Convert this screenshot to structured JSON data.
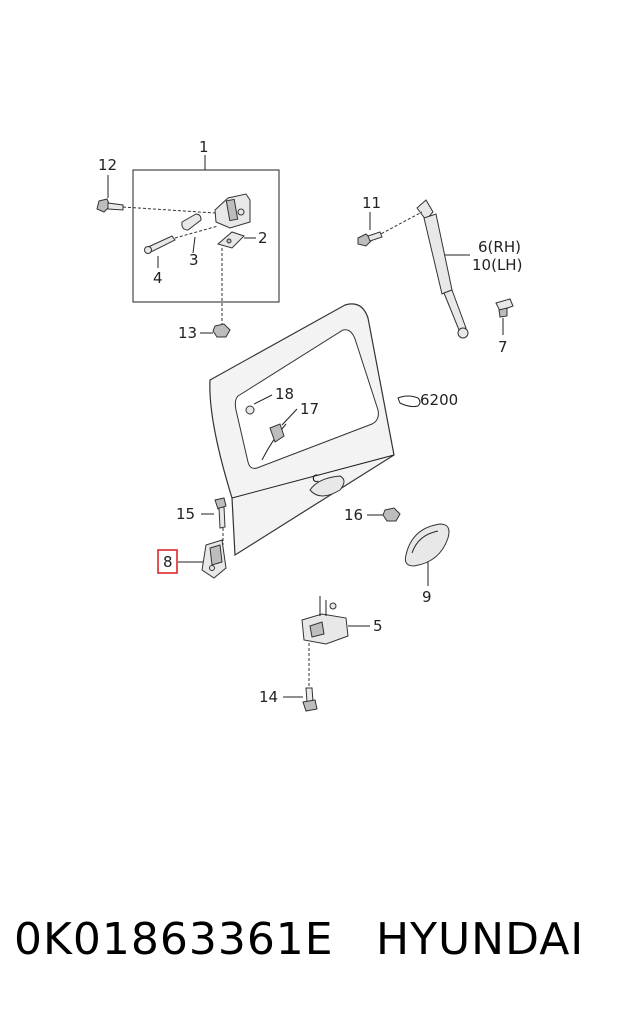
{
  "diagram": {
    "labels": {
      "l1": "1",
      "l2": "2",
      "l3": "3",
      "l4": "4",
      "l5": "5",
      "l6": "6(RH)",
      "l10": "10(LH)",
      "l7": "7",
      "l8": "8",
      "l9": "9",
      "l11": "11",
      "l12": "12",
      "l13": "13",
      "l14": "14",
      "l15": "15",
      "l16": "16",
      "l17": "17",
      "l18": "18",
      "l6200": "6200"
    },
    "highlight_color": "#e0262e"
  },
  "footer": {
    "part_number": "0K01863361E",
    "brand": "HYUNDAI"
  }
}
